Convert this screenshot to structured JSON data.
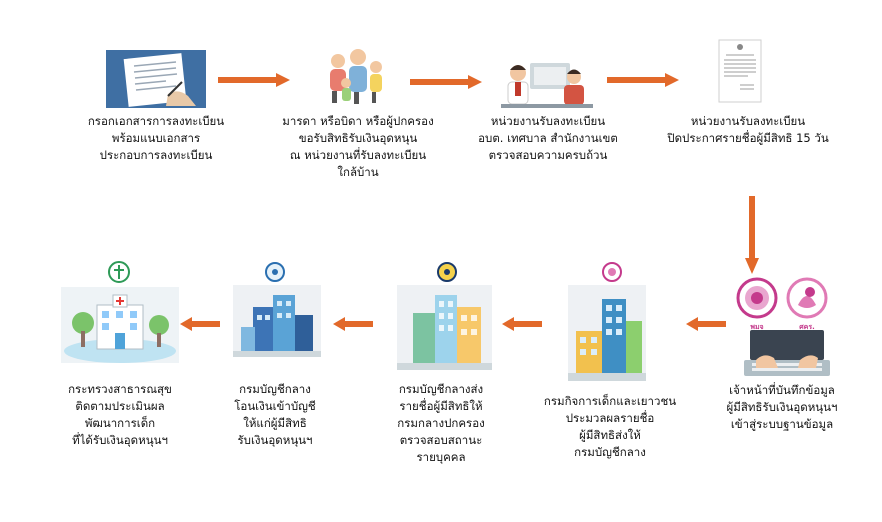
{
  "steps": [
    {
      "lines": [
        "กรอกเอกสารการลงทะเบียน",
        "พร้อมแนบเอกสาร",
        "ประกอบการลงทะเบียน"
      ]
    },
    {
      "lines": [
        "มารดา หรือบิดา หรือผู้ปกครอง",
        "ขอรับสิทธิรับเงินอุดหนุน",
        "ณ หน่วยงานที่รับลงทะเบียน",
        "ใกล้บ้าน"
      ]
    },
    {
      "lines": [
        "หน่วยงานรับลงทะเบียน",
        "อบต. เทศบาล สำนักงานเขต",
        "ตรวจสอบความครบถ้วน"
      ]
    },
    {
      "lines": [
        "หน่วยงานรับลงทะเบียน",
        "ปิดประกาศรายชื่อผู้มีสิทธิ 15 วัน"
      ]
    },
    {
      "lines": [
        "เจ้าหน้าที่บันทึกข้อมูล",
        "ผู้มีสิทธิรับเงินอุดหนุนฯ",
        "เข้าสู่ระบบฐานข้อมูล"
      ],
      "logo_labels": [
        "พมจ",
        "ศคร."
      ]
    },
    {
      "lines": [
        "กรมกิจการเด็กและเยาวชน",
        "ประมวลผลรายชื่อ",
        "ผู้มีสิทธิส่งให้",
        "กรมบัญชีกลาง"
      ]
    },
    {
      "lines": [
        "กรมบัญชีกลางส่ง",
        "รายชื่อผู้มีสิทธิให้",
        "กรมกลางปกครอง",
        "ตรวจสอบสถานะ",
        "รายบุคคล"
      ]
    },
    {
      "lines": [
        "กรมบัญชีกลาง",
        "โอนเงินเข้าบัญชี",
        "ให้แก่ผู้มีสิทธิ",
        "รับเงินอุดหนุนฯ"
      ]
    },
    {
      "lines": [
        "กระทรวงสาธารณสุข",
        "ติดตามประเมินผล",
        "พัฒนาการเด็ก",
        "ที่ได้รับเงินอุดหนุนฯ"
      ]
    }
  ],
  "colors": {
    "arrow": "#e2692a",
    "text": "#111111",
    "logo_pink": "#c43a8c"
  }
}
